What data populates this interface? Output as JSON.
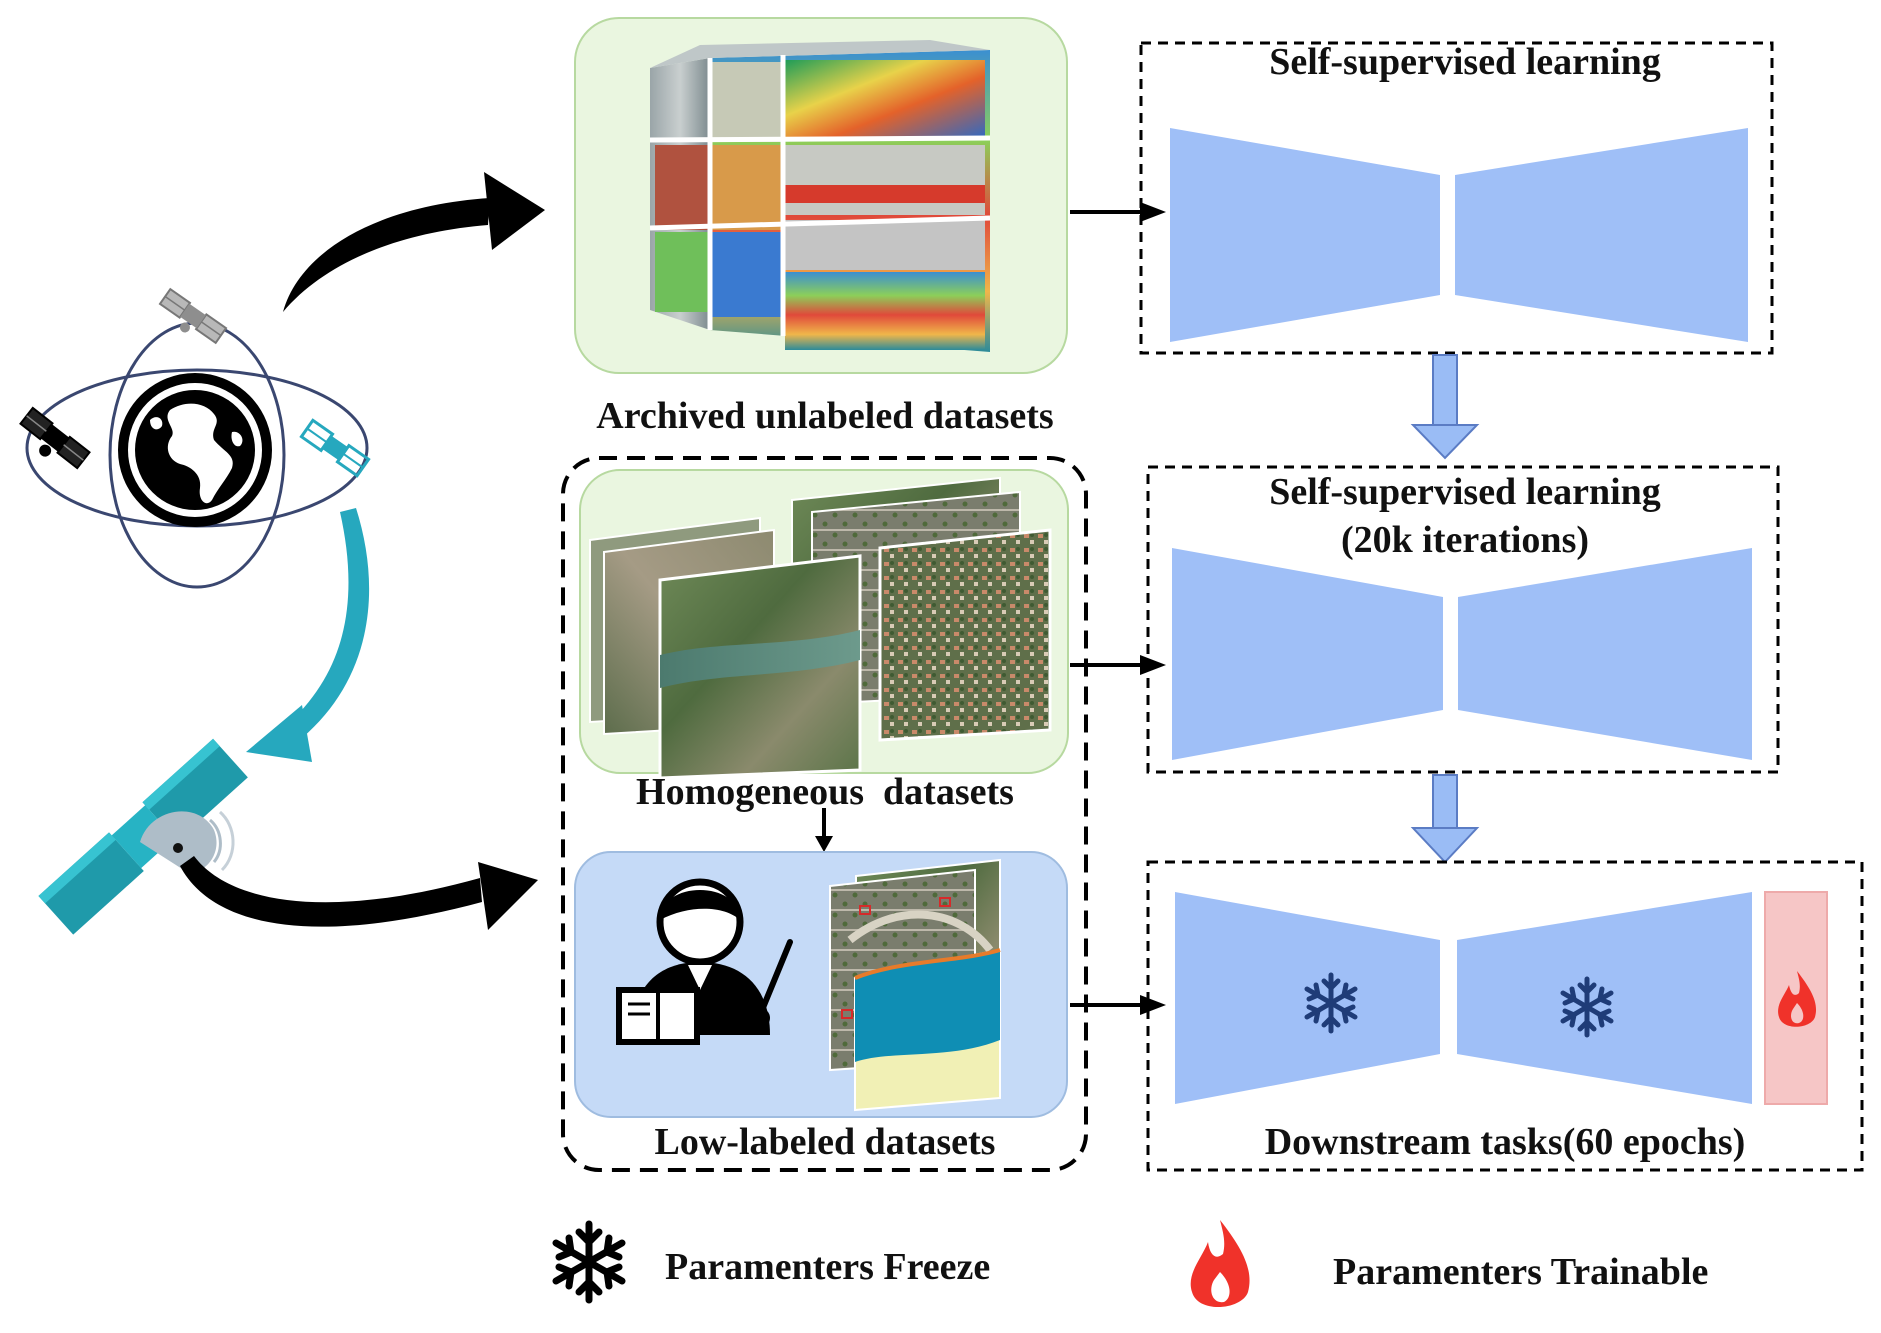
{
  "labels": {
    "archived": "Archived unlabeled datasets",
    "homogeneous": "Homogeneous  datasets",
    "low_labeled": "Low-labeled datasets",
    "ssl_top": "Self-supervised learning",
    "ssl_mid_1": "Self-supervised learning",
    "ssl_mid_2": "(20k iterations)",
    "downstream": "Downstream tasks(60 epochs)"
  },
  "legend": {
    "freeze": "Paramenters Freeze",
    "trainable": "Paramenters Trainable"
  },
  "colors": {
    "encoder_blue": "#9fbff7",
    "panel_green": "#eaf6e0",
    "panel_blue": "#c5daf7",
    "teal": "#26a8be",
    "flame_red": "#f0322a",
    "head_pink": "#f6c6c6",
    "snowflake_navy": "#1f3c78",
    "arrow_blue": "#9abcf5"
  },
  "icons": {
    "globe": "globe-icon",
    "satellites": "satellite-icon",
    "teacher": "teacher-icon",
    "snowflake": "snowflake-icon",
    "flame": "flame-icon"
  }
}
